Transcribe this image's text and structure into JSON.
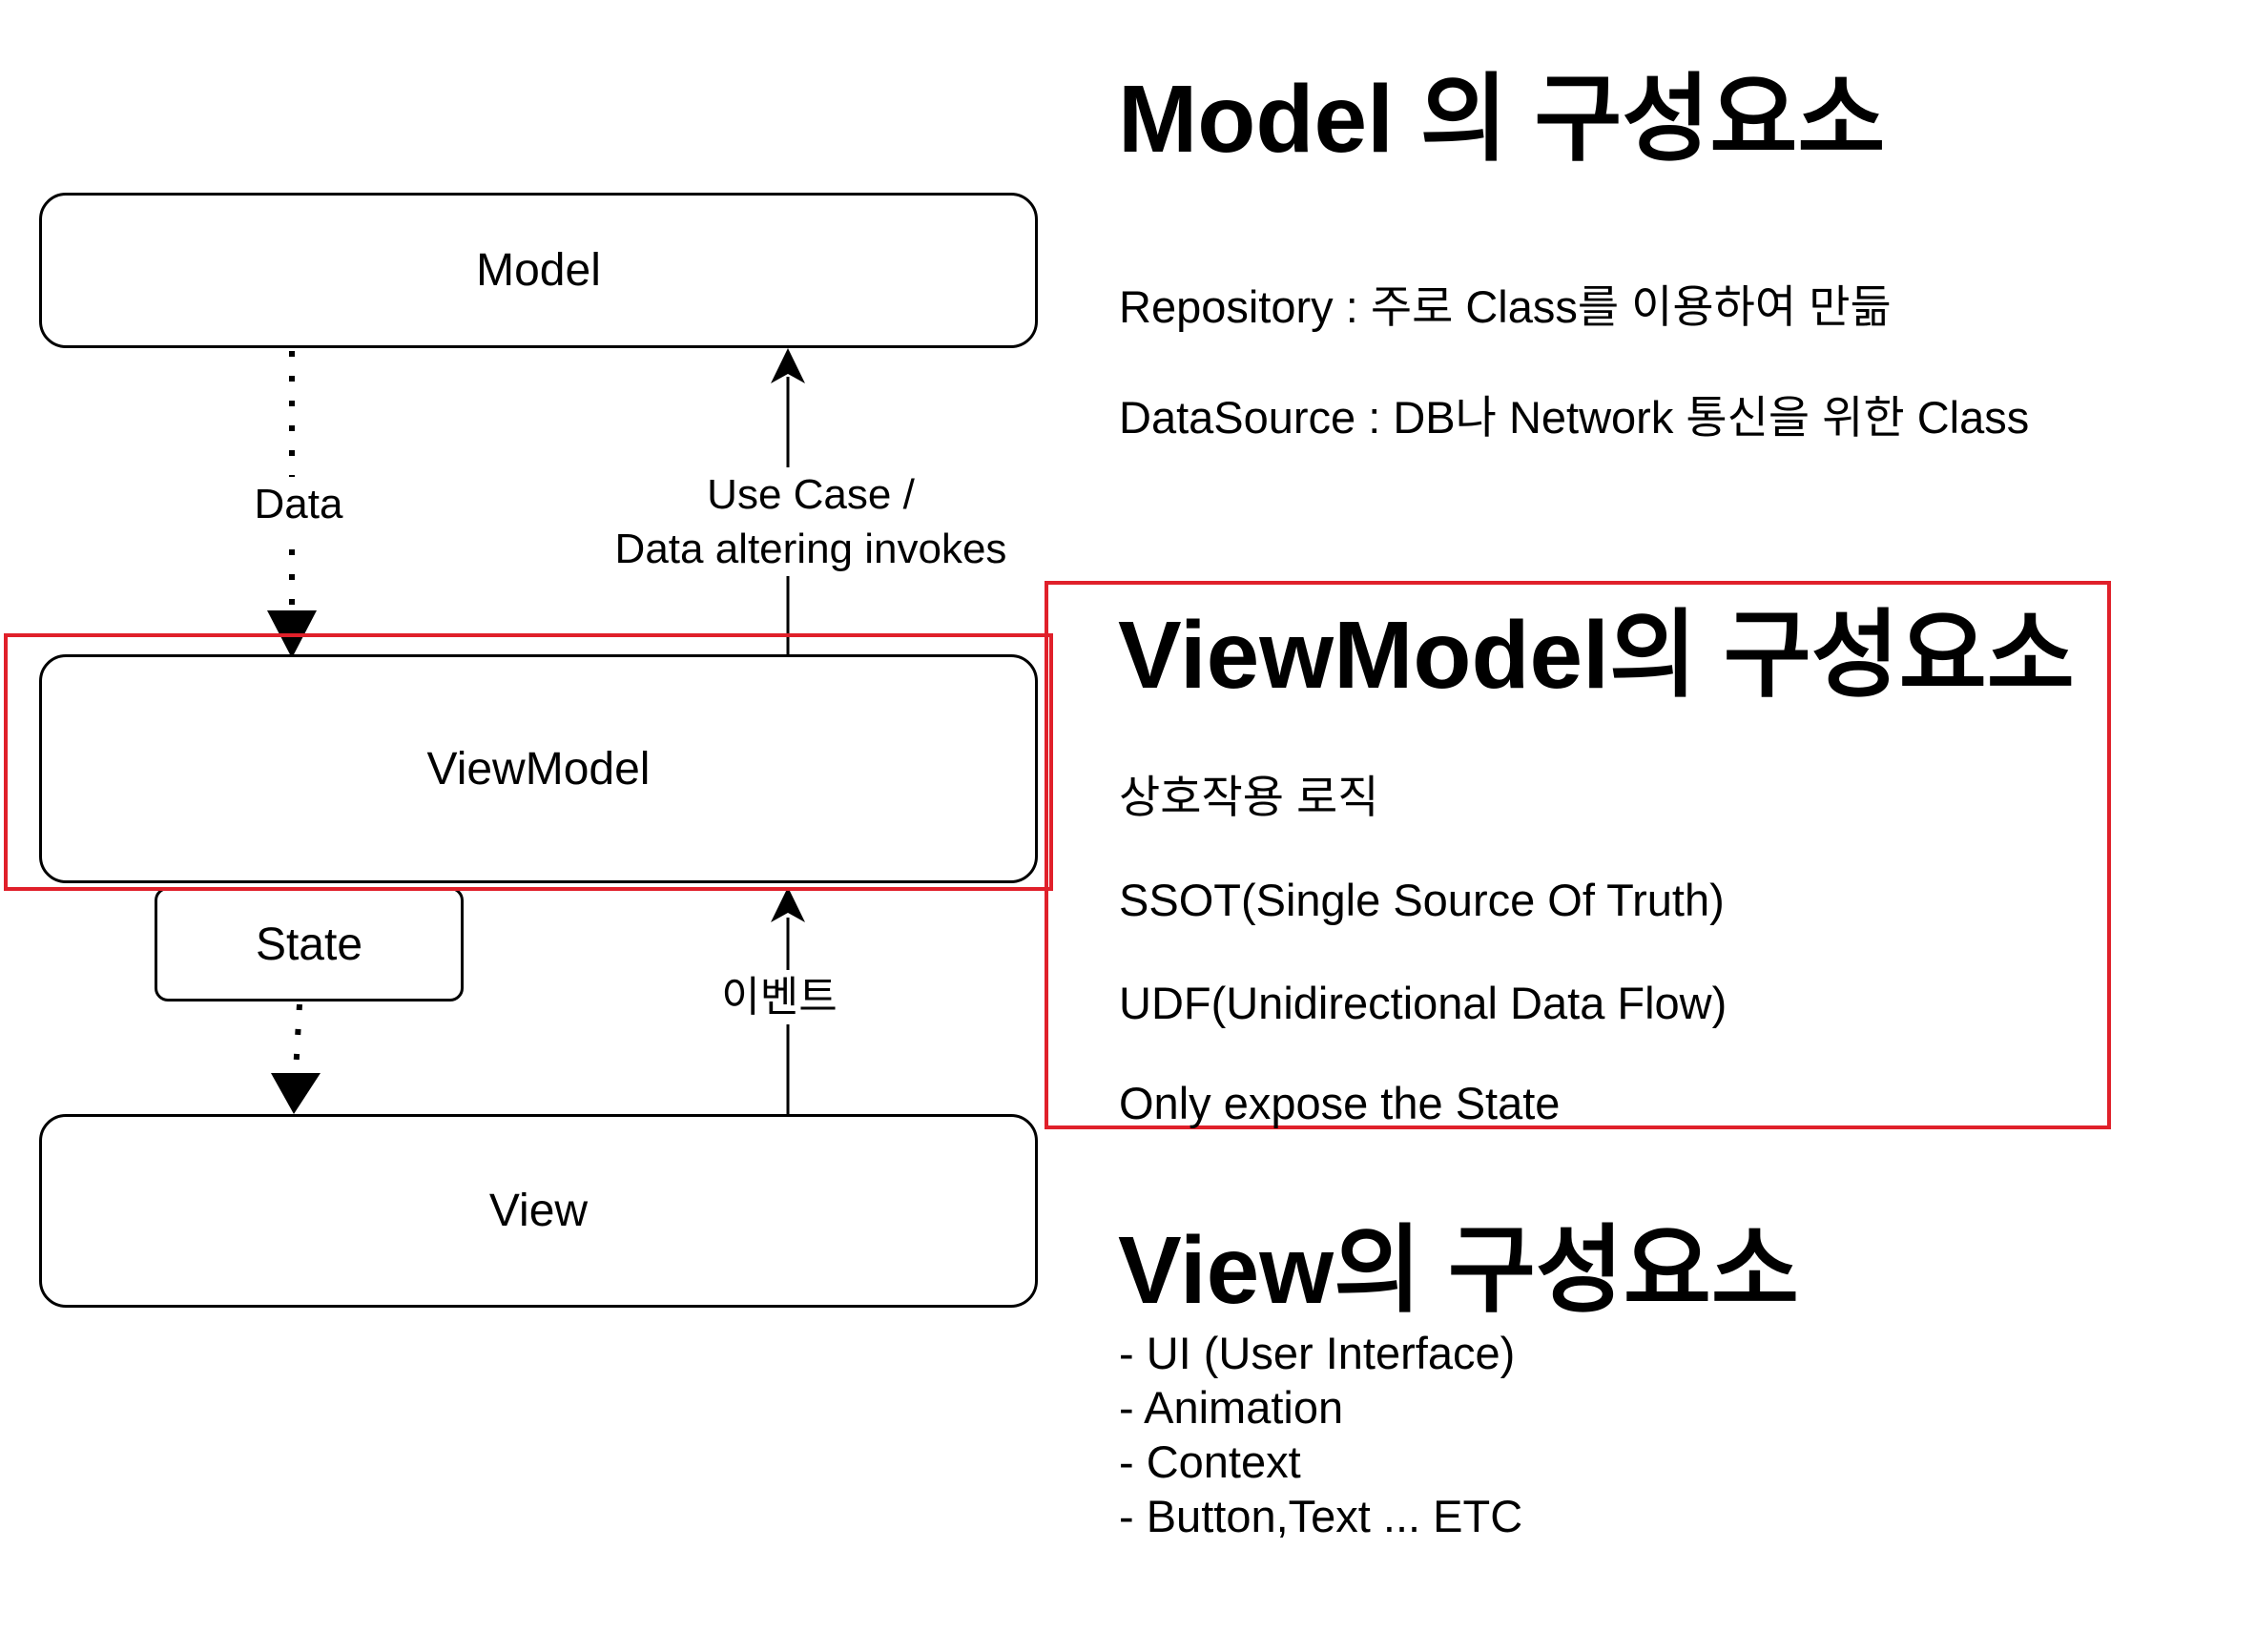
{
  "diagram": {
    "boxes": {
      "model": "Model",
      "viewmodel": "ViewModel",
      "view": "View",
      "state": "State"
    },
    "edges": {
      "data": "Data",
      "use_case_line1": "Use Case /",
      "use_case_line2": "Data altering invokes",
      "event": "이벤트"
    }
  },
  "model_section": {
    "title": "Model 의 구성요소",
    "items": [
      "Repository : 주로 Class를 이용하여 만듦",
      "DataSource : DB나 Network 통신을 위한 Class"
    ]
  },
  "viewmodel_section": {
    "title": "ViewModel의 구성요소",
    "items": [
      "상호작용 로직",
      "SSOT(Single Source Of Truth)",
      "UDF(Unidirectional Data Flow)",
      "Only expose the State"
    ]
  },
  "view_section": {
    "title": "View의 구성요소",
    "items": [
      "- UI (User Interface)",
      "- Animation",
      "- Context",
      "- Button,Text ... ETC"
    ]
  },
  "colors": {
    "highlight": "#e0202a",
    "stroke": "#000000",
    "background": "#ffffff"
  }
}
